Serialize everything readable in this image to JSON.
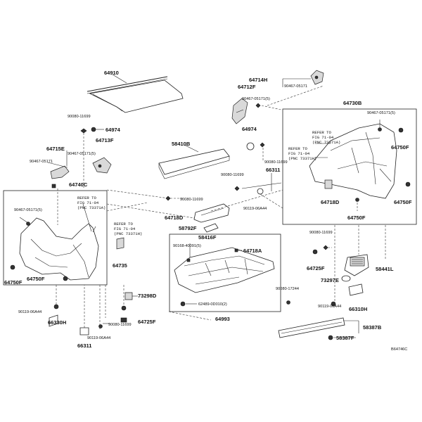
{
  "parts": [
    {
      "id": "p64910",
      "label": "64910"
    },
    {
      "id": "p64974a",
      "label": "64974"
    },
    {
      "id": "p90080a",
      "label": "90080-11699"
    },
    {
      "id": "p64713f",
      "label": "64713F"
    },
    {
      "id": "p64715e",
      "label": "64715E"
    },
    {
      "id": "p90467a",
      "label": "90467-05171(5)"
    },
    {
      "id": "p90467b",
      "label": "90467-05171"
    },
    {
      "id": "p64740c",
      "label": "64740C"
    },
    {
      "id": "p90467c",
      "label": "90467-05171(5)"
    },
    {
      "id": "p64735",
      "label": "64735"
    },
    {
      "id": "p64750fa",
      "label": "64750F"
    },
    {
      "id": "p64750fb",
      "label": "64750F"
    },
    {
      "id": "p73298d",
      "label": "73298D"
    },
    {
      "id": "p90119a",
      "label": "90119-06A44"
    },
    {
      "id": "p66330h",
      "label": "66330H"
    },
    {
      "id": "p90080b",
      "label": "90080-11699"
    },
    {
      "id": "p64725fa",
      "label": "64725F"
    },
    {
      "id": "p90119b",
      "label": "90119-06A44"
    },
    {
      "id": "p66311a",
      "label": "66311"
    },
    {
      "id": "p90080c",
      "label": "90080-11699"
    },
    {
      "id": "p58410b",
      "label": "58410B"
    },
    {
      "id": "p64718d",
      "label": "64718D"
    },
    {
      "id": "p58792f",
      "label": "58792F"
    },
    {
      "id": "p58416f",
      "label": "58416F"
    },
    {
      "id": "p90168",
      "label": "90168-40091(5)"
    },
    {
      "id": "p64718a",
      "label": "64718A"
    },
    {
      "id": "p62489",
      "label": "62489-0D010(2)"
    },
    {
      "id": "p64993",
      "label": "64993"
    },
    {
      "id": "p64714h",
      "label": "64714H"
    },
    {
      "id": "p64712f",
      "label": "64712F"
    },
    {
      "id": "p90467d",
      "label": "90467-05171"
    },
    {
      "id": "p90467e",
      "label": "90467-05171(5)"
    },
    {
      "id": "p64974b",
      "label": "64974"
    },
    {
      "id": "p90080d",
      "label": "90080-11699"
    },
    {
      "id": "p90080e",
      "label": "90080-11699"
    },
    {
      "id": "p66311b",
      "label": "66311"
    },
    {
      "id": "p90119c",
      "label": "90119-06A44"
    },
    {
      "id": "p64730b",
      "label": "64730B"
    },
    {
      "id": "p90467f",
      "label": "90467-05171(5)"
    },
    {
      "id": "p64750fc",
      "label": "64750F"
    },
    {
      "id": "p64750fd",
      "label": "64750F"
    },
    {
      "id": "p64750fe",
      "label": "64750F"
    },
    {
      "id": "p64718d2",
      "label": "64718D"
    },
    {
      "id": "p90080f",
      "label": "90080-11699"
    },
    {
      "id": "p64725fb",
      "label": "64725F"
    },
    {
      "id": "p73297e",
      "label": "73297E"
    },
    {
      "id": "p58441l",
      "label": "58441L"
    },
    {
      "id": "p90119d",
      "label": "90119-06A44"
    },
    {
      "id": "p66310h",
      "label": "66310H"
    },
    {
      "id": "p90080g",
      "label": "90080-17244"
    },
    {
      "id": "p58387b",
      "label": "58387B"
    },
    {
      "id": "p58387f",
      "label": "58387F"
    }
  ],
  "refs": {
    "left_refer_a": [
      "REFER TO",
      "FIG 71-04",
      "(PNC 73371A)"
    ],
    "left_refer_b": [
      "REFER TO",
      "FIG 71-04",
      "(PNC 73371H)"
    ],
    "right_refer_a": [
      "REFER TO",
      "FIG 71-04",
      "(PNC 73371A)"
    ],
    "right_refer_b": [
      "REFER TO",
      "FIG 71-04",
      "(PNC 73371H)"
    ]
  },
  "figure_code": "B64746C"
}
